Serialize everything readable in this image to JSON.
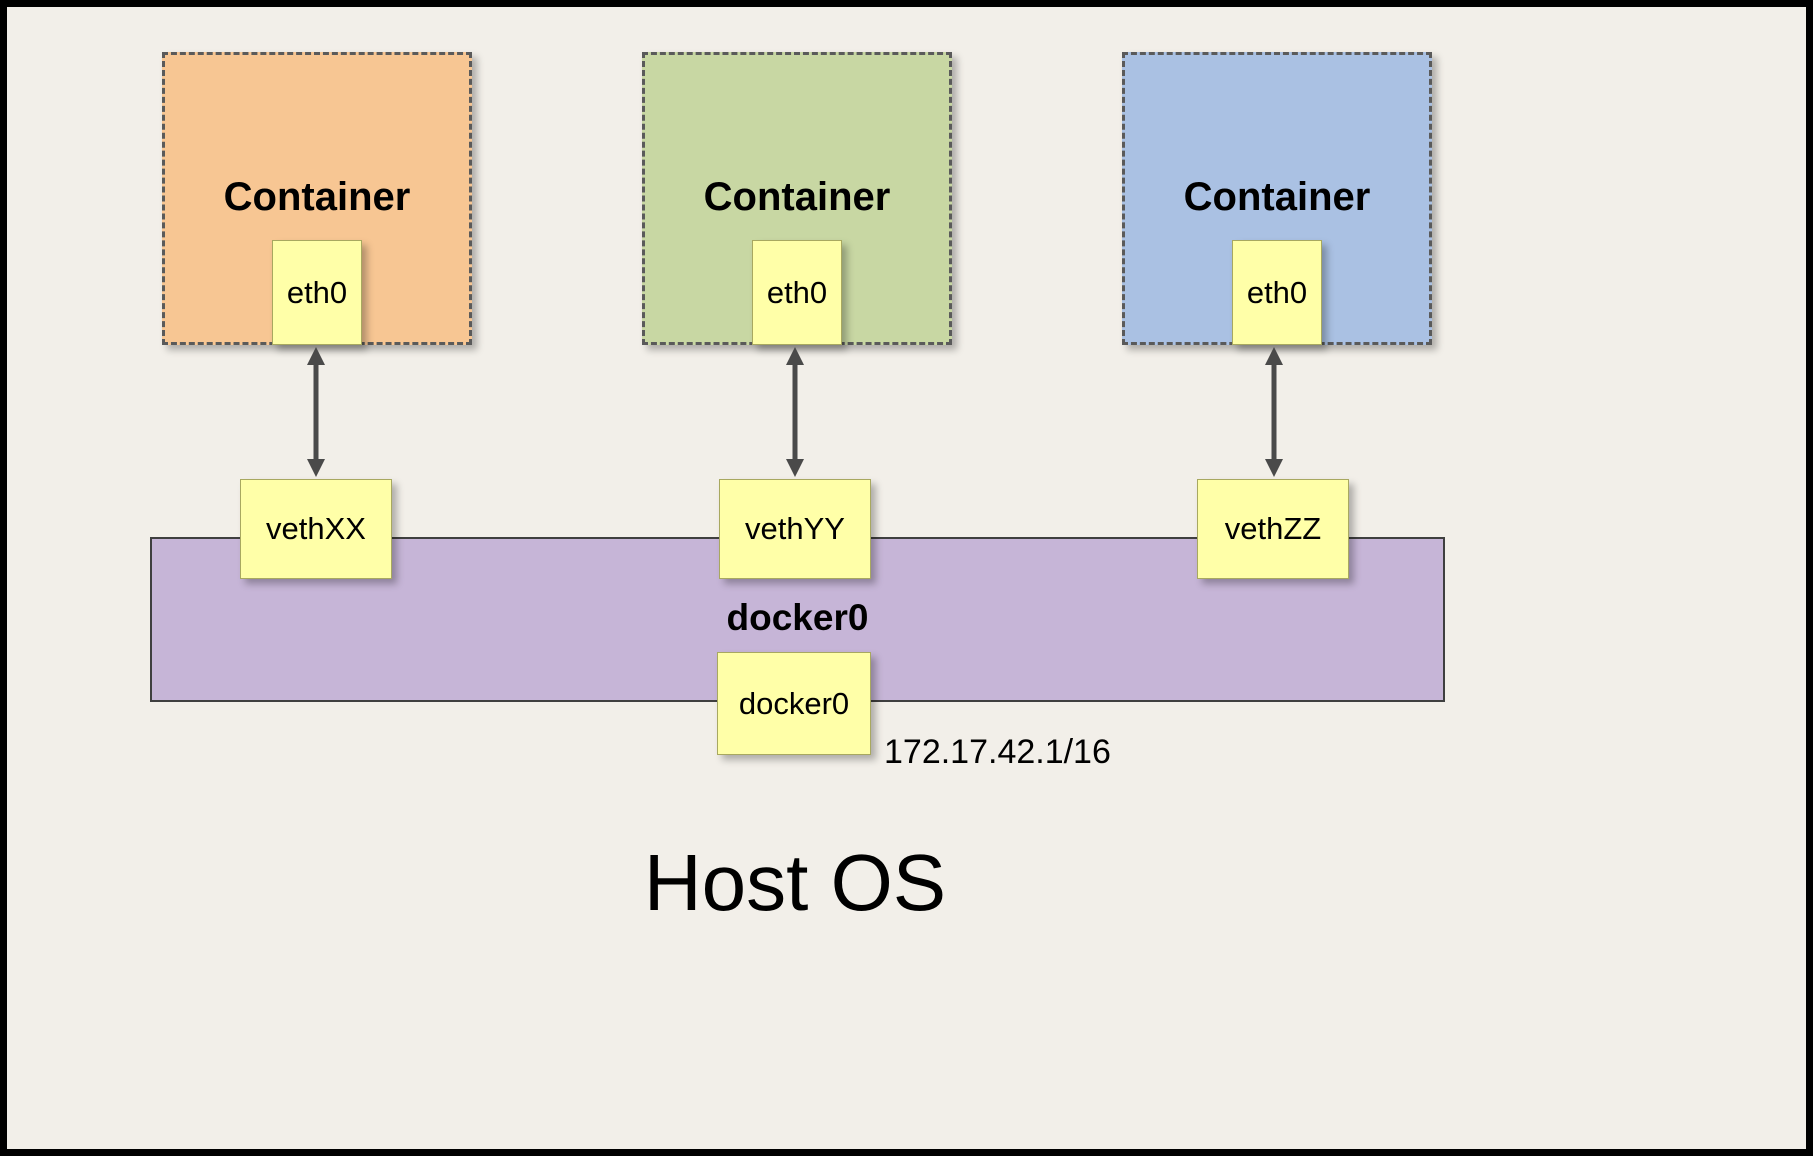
{
  "diagram": {
    "containers": [
      {
        "label": "Container",
        "iface": "eth0",
        "veth": "vethXX",
        "color": "#f7c693"
      },
      {
        "label": "Container",
        "iface": "eth0",
        "veth": "vethYY",
        "color": "#c8d7a3"
      },
      {
        "label": "Container",
        "iface": "eth0",
        "veth": "vethZZ",
        "color": "#aac1e3"
      }
    ],
    "bridge": {
      "label": "docker0",
      "iface_label": "docker0",
      "ip": "172.17.42.1/16",
      "color": "#c6b5d7"
    },
    "host": {
      "label": "Host OS"
    },
    "colors": {
      "background": "#f2efe9",
      "iface_box": "#ffffa8",
      "arrow": "#4a4a4a",
      "frame_border": "#000000"
    }
  }
}
